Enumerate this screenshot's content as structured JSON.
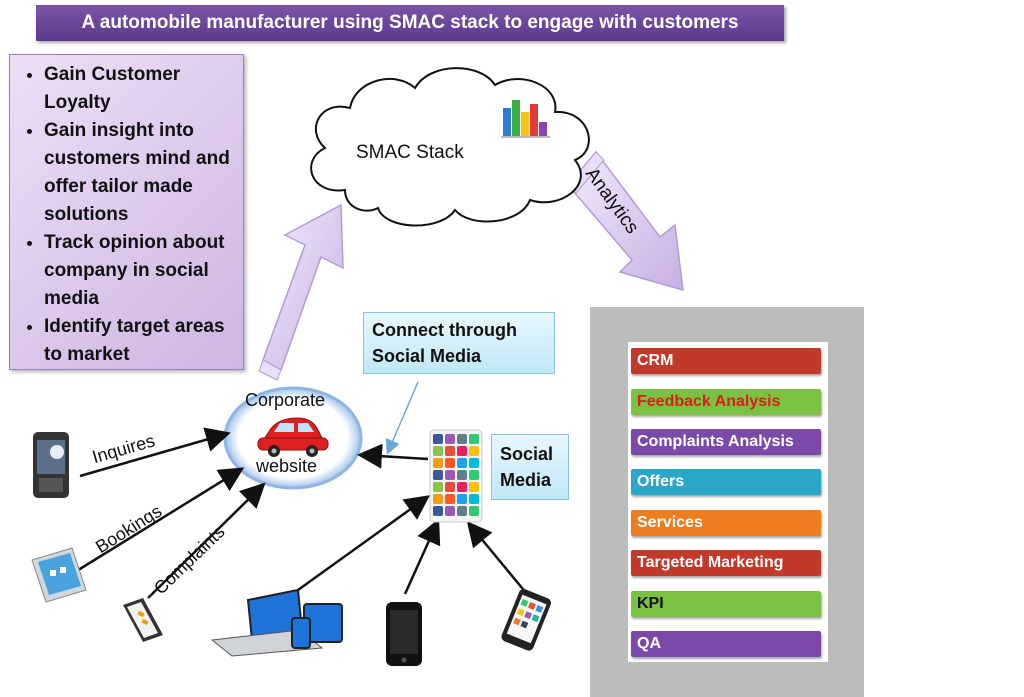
{
  "title": "A automobile manufacturer using SMAC  stack to engage with customers",
  "goals": [
    "Gain Customer Loyalty",
    "Gain insight into customers mind and offer tailor made solutions",
    "Track opinion about company in social media",
    "Identify target areas to market"
  ],
  "cloud_label": "SMAC  Stack",
  "analytics_label": "Analytics",
  "corporate": {
    "line1": "Corporate",
    "line2": "website"
  },
  "connect_label": "Connect through Social Media",
  "social_label": "Social Media",
  "flows": {
    "inquires": "Inquires",
    "bookings": "Bookings",
    "complaints": "Complaints"
  },
  "analytics_items": [
    {
      "label": "CRM",
      "bg": "#c0392b",
      "text": "#ffffff"
    },
    {
      "label": "Feedback Analysis",
      "bg": "#7cc242",
      "text": "#e01b1b"
    },
    {
      "label": "Complaints Analysis",
      "bg": "#7b4aa8",
      "text": "#ffffff"
    },
    {
      "label": "Offers",
      "bg": "#2aa6c6",
      "text": "#ffffff"
    },
    {
      "label": "Services",
      "bg": "#ee7d1f",
      "text": "#ffffff"
    },
    {
      "label": "Targeted Marketing",
      "bg": "#c0392b",
      "text": "#ffffff"
    },
    {
      "label": "KPI",
      "bg": "#7cc242",
      "text": "#111111"
    },
    {
      "label": "QA",
      "bg": "#7b4aa8",
      "text": "#ffffff"
    }
  ],
  "colors": {
    "accent": "#6a47a0",
    "arrow_fill": "#d9c8ee",
    "car": "#e02020"
  }
}
